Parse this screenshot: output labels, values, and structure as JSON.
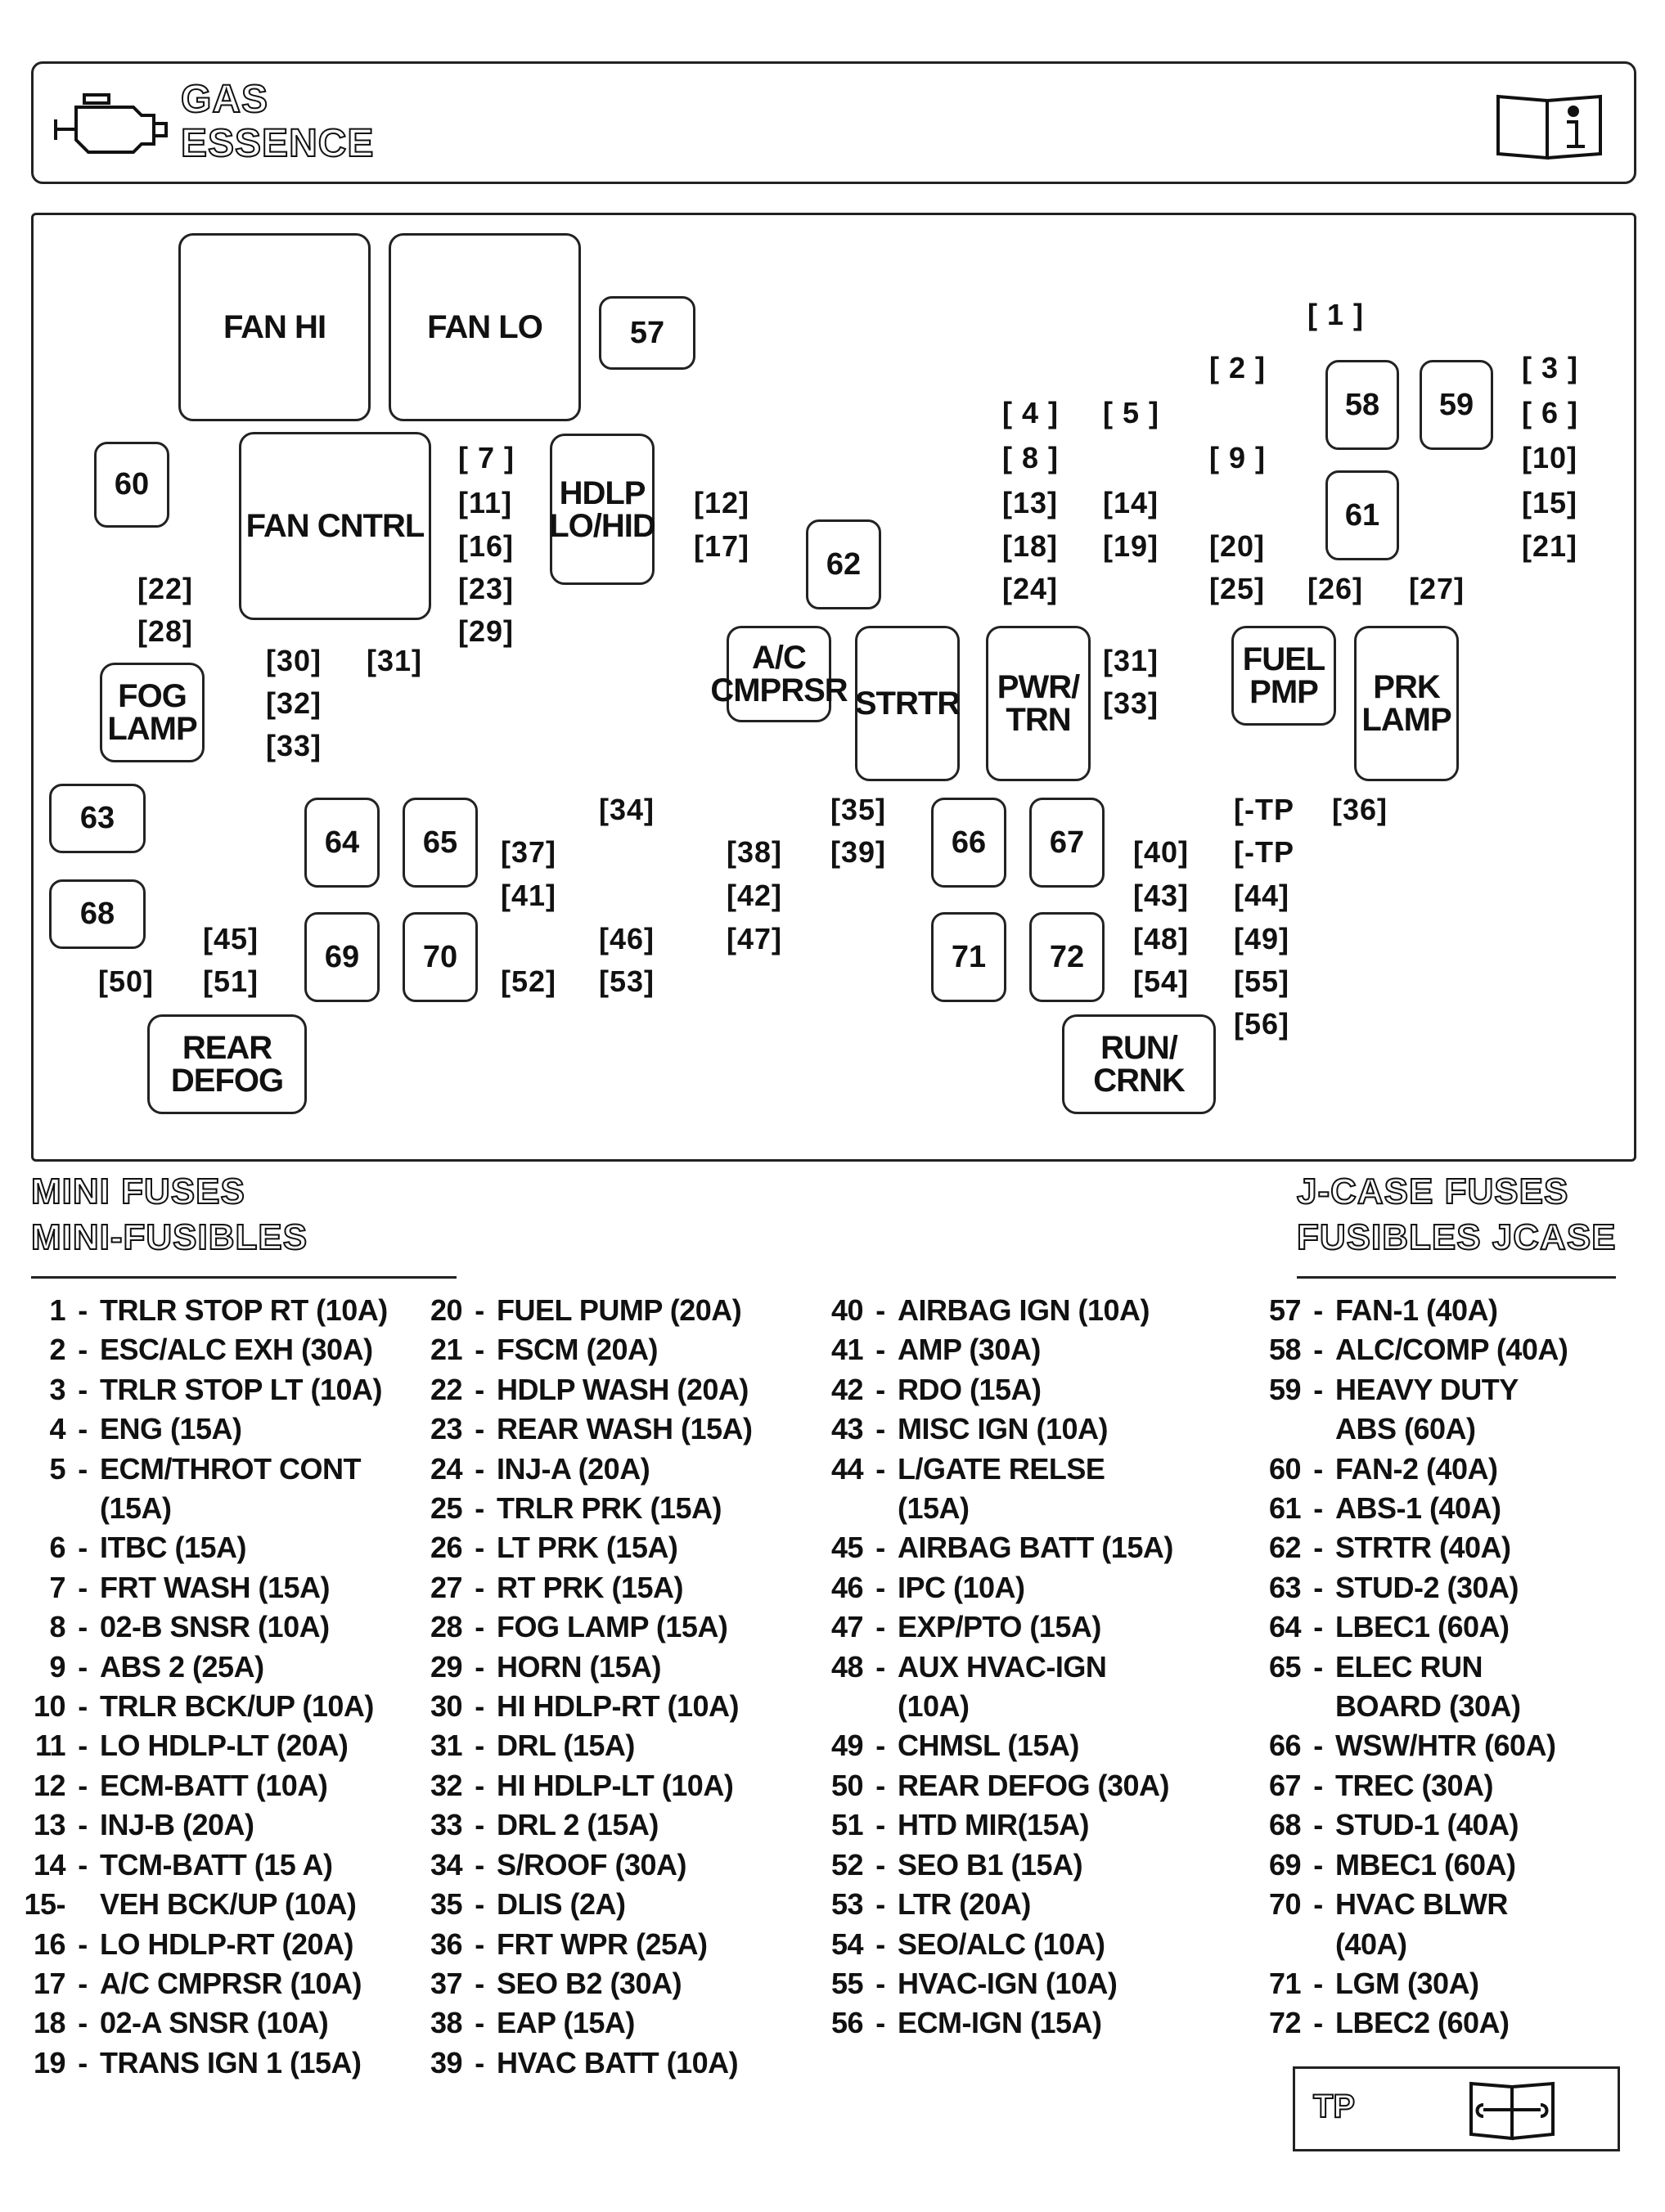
{
  "header": {
    "title_en": "GAS",
    "title_fr": "ESSENCE",
    "left_icon": "engine-icon",
    "right_icon": "manual-info-icon"
  },
  "relays": {
    "fan_hi": "FAN HI",
    "fan_lo": "FAN LO",
    "fan_cntrl": "FAN CNTRL",
    "hdlp": "HDLP LO/HID",
    "ac_cmprsr": "A/C CMPRSR",
    "strtr": "STRTR",
    "pwr_trn": "PWR/ TRN",
    "fuel_pmp": "FUEL PMP",
    "prk_lamp": "PRK LAMP",
    "fog_lamp": "FOG LAMP",
    "rear_defog": "REAR DEFOG",
    "run_crnk": "RUN/ CRNK"
  },
  "jcase_boxes": {
    "57": "57",
    "58": "58",
    "59": "59",
    "60": "60",
    "61": "61",
    "62": "62",
    "63": "63",
    "64": "64",
    "65": "65",
    "66": "66",
    "67": "67",
    "68": "68",
    "69": "69",
    "70": "70",
    "71": "71",
    "72": "72"
  },
  "mini_fuses": {
    "1": "1",
    "2": "2",
    "3": "3",
    "4": "4",
    "5": "5",
    "6": "6",
    "7": "7",
    "8": "8",
    "9": "9",
    "10": "10",
    "11": "11",
    "12": "12",
    "13": "13",
    "14": "14",
    "15": "15",
    "16": "16",
    "17": "17",
    "18": "18",
    "19": "19",
    "20": "20",
    "21": "21",
    "22": "22",
    "23": "23",
    "24": "24",
    "25": "25",
    "26": "26",
    "27": "27",
    "28": "28",
    "29": "29",
    "30": "30",
    "31": "31",
    "31b": "31",
    "32": "32",
    "33": "33",
    "33b": "33",
    "34": "34",
    "35": "35",
    "36": "36",
    "37": "37",
    "38": "38",
    "39": "39",
    "40": "40",
    "41": "41",
    "42": "42",
    "43": "43",
    "44": "44",
    "45": "45",
    "46": "46",
    "47": "47",
    "48": "48",
    "49": "49",
    "50": "50",
    "51": "51",
    "52": "52",
    "53": "53",
    "54": "54",
    "55": "55",
    "56": "56",
    "tp": "TP"
  },
  "legend": {
    "mini_title_en": "MINI FUSES",
    "mini_title_fr": "MINI-FUSIBLES",
    "jcase_title_en": "J-CASE FUSES",
    "jcase_title_fr": "FUSIBLES JCASE",
    "col1": [
      {
        "n": "1",
        "d": "-",
        "t": "TRLR STOP RT (10A)"
      },
      {
        "n": "2",
        "d": "-",
        "t": "ESC/ALC EXH (30A)"
      },
      {
        "n": "3",
        "d": "-",
        "t": "TRLR STOP LT (10A)"
      },
      {
        "n": "4",
        "d": "-",
        "t": "ENG (15A)"
      },
      {
        "n": "5",
        "d": "-",
        "t": "ECM/THROT CONT"
      },
      {
        "n": "",
        "d": "",
        "t": "(15A)",
        "cont": true
      },
      {
        "n": "6",
        "d": "-",
        "t": "ITBC (15A)"
      },
      {
        "n": "7",
        "d": "-",
        "t": "FRT WASH (15A)"
      },
      {
        "n": "8",
        "d": "-",
        "t": "02-B SNSR (10A)"
      },
      {
        "n": "9",
        "d": "-",
        "t": "ABS 2 (25A)"
      },
      {
        "n": "10",
        "d": "-",
        "t": "TRLR BCK/UP (10A)"
      },
      {
        "n": "11",
        "d": "-",
        "t": "LO HDLP-LT (20A)"
      },
      {
        "n": "12",
        "d": "-",
        "t": "ECM-BATT (10A)"
      },
      {
        "n": "13",
        "d": "-",
        "t": "INJ-B (20A)"
      },
      {
        "n": "14",
        "d": "-",
        "t": "TCM-BATT (15 A)"
      },
      {
        "n": "15-",
        "d": "",
        "t": "VEH BCK/UP (10A)"
      },
      {
        "n": "16",
        "d": "-",
        "t": "LO HDLP-RT (20A)"
      },
      {
        "n": "17",
        "d": "-",
        "t": "A/C CMPRSR (10A)"
      },
      {
        "n": "18",
        "d": "-",
        "t": "02-A SNSR (10A)"
      },
      {
        "n": "19",
        "d": "-",
        "t": "TRANS IGN 1 (15A)"
      }
    ],
    "col2": [
      {
        "n": "20",
        "d": "-",
        "t": "FUEL PUMP (20A)"
      },
      {
        "n": "21",
        "d": "-",
        "t": "FSCM (20A)"
      },
      {
        "n": "22",
        "d": "-",
        "t": "HDLP WASH (20A)"
      },
      {
        "n": "23",
        "d": "-",
        "t": "REAR WASH (15A)"
      },
      {
        "n": "24",
        "d": "-",
        "t": "INJ-A (20A)"
      },
      {
        "n": "25",
        "d": "-",
        "t": "TRLR PRK (15A)"
      },
      {
        "n": "26",
        "d": "-",
        "t": "LT PRK (15A)"
      },
      {
        "n": "27",
        "d": "-",
        "t": "RT PRK (15A)"
      },
      {
        "n": "28",
        "d": "-",
        "t": "FOG LAMP (15A)"
      },
      {
        "n": "29",
        "d": "-",
        "t": "HORN (15A)"
      },
      {
        "n": "30",
        "d": "-",
        "t": "HI HDLP-RT (10A)"
      },
      {
        "n": "31",
        "d": "-",
        "t": "DRL (15A)"
      },
      {
        "n": "32",
        "d": "-",
        "t": "HI HDLP-LT (10A)"
      },
      {
        "n": "33",
        "d": "-",
        "t": "DRL 2 (15A)"
      },
      {
        "n": "34",
        "d": "-",
        "t": "S/ROOF (30A)"
      },
      {
        "n": "35",
        "d": "-",
        "t": "DLIS (2A)"
      },
      {
        "n": "36",
        "d": "-",
        "t": "FRT WPR (25A)"
      },
      {
        "n": "37",
        "d": "-",
        "t": "SEO B2 (30A)"
      },
      {
        "n": "38",
        "d": "-",
        "t": "EAP (15A)"
      },
      {
        "n": "39",
        "d": "-",
        "t": "HVAC BATT (10A)"
      }
    ],
    "col3": [
      {
        "n": "40",
        "d": "-",
        "t": "AIRBAG IGN (10A)"
      },
      {
        "n": "41",
        "d": "-",
        "t": "AMP (30A)"
      },
      {
        "n": "42",
        "d": "-",
        "t": "RDO (15A)"
      },
      {
        "n": "43",
        "d": "-",
        "t": "MISC IGN (10A)"
      },
      {
        "n": "44",
        "d": "-",
        "t": "L/GATE RELSE"
      },
      {
        "n": "",
        "d": "",
        "t": "(15A)",
        "cont": true
      },
      {
        "n": "45",
        "d": "-",
        "t": "AIRBAG BATT (15A)"
      },
      {
        "n": "46",
        "d": "-",
        "t": "IPC (10A)"
      },
      {
        "n": "47",
        "d": "-",
        "t": "EXP/PTO (15A)"
      },
      {
        "n": "48",
        "d": "-",
        "t": "AUX HVAC-IGN"
      },
      {
        "n": "",
        "d": "",
        "t": "(10A)",
        "cont": true
      },
      {
        "n": "49",
        "d": "-",
        "t": "CHMSL (15A)"
      },
      {
        "n": "50",
        "d": "-",
        "t": "REAR DEFOG (30A)"
      },
      {
        "n": "51",
        "d": "-",
        "t": "HTD MIR(15A)"
      },
      {
        "n": "52",
        "d": "-",
        "t": "SEO B1 (15A)"
      },
      {
        "n": "53",
        "d": "-",
        "t": "LTR (20A)"
      },
      {
        "n": "54",
        "d": "-",
        "t": "SEO/ALC (10A)"
      },
      {
        "n": "55",
        "d": "-",
        "t": "HVAC-IGN (10A)"
      },
      {
        "n": "56",
        "d": "-",
        "t": "ECM-IGN (15A)"
      }
    ],
    "col4": [
      {
        "n": "57",
        "d": "-",
        "t": "FAN-1 (40A)"
      },
      {
        "n": "58",
        "d": "-",
        "t": "ALC/COMP (40A)"
      },
      {
        "n": "59",
        "d": "-",
        "t": "HEAVY DUTY"
      },
      {
        "n": "",
        "d": "",
        "t": "ABS (60A)",
        "cont": true
      },
      {
        "n": "60",
        "d": "-",
        "t": "FAN-2 (40A)"
      },
      {
        "n": "61",
        "d": "-",
        "t": "ABS-1 (40A)"
      },
      {
        "n": "62",
        "d": "-",
        "t": "STRTR (40A)"
      },
      {
        "n": "63",
        "d": "-",
        "t": "STUD-2 (30A)"
      },
      {
        "n": "64",
        "d": "-",
        "t": "LBEC1 (60A)"
      },
      {
        "n": "65",
        "d": "-",
        "t": "ELEC RUN"
      },
      {
        "n": "",
        "d": "",
        "t": "BOARD (30A)",
        "cont": true
      },
      {
        "n": "66",
        "d": "-",
        "t": "WSW/HTR (60A)"
      },
      {
        "n": "67",
        "d": "-",
        "t": "TREC (30A)"
      },
      {
        "n": "68",
        "d": "-",
        "t": "STUD-1 (40A)"
      },
      {
        "n": "69",
        "d": "-",
        "t": "MBEC1 (60A)"
      },
      {
        "n": "70",
        "d": "-",
        "t": "HVAC BLWR"
      },
      {
        "n": "",
        "d": "",
        "t": "(40A)",
        "cont": true
      },
      {
        "n": "71",
        "d": "-",
        "t": "LGM (30A)"
      },
      {
        "n": "72",
        "d": "-",
        "t": "LBEC2 (60A)"
      }
    ],
    "tp_label": "TP",
    "tp_icon": "service-manual-icon"
  }
}
